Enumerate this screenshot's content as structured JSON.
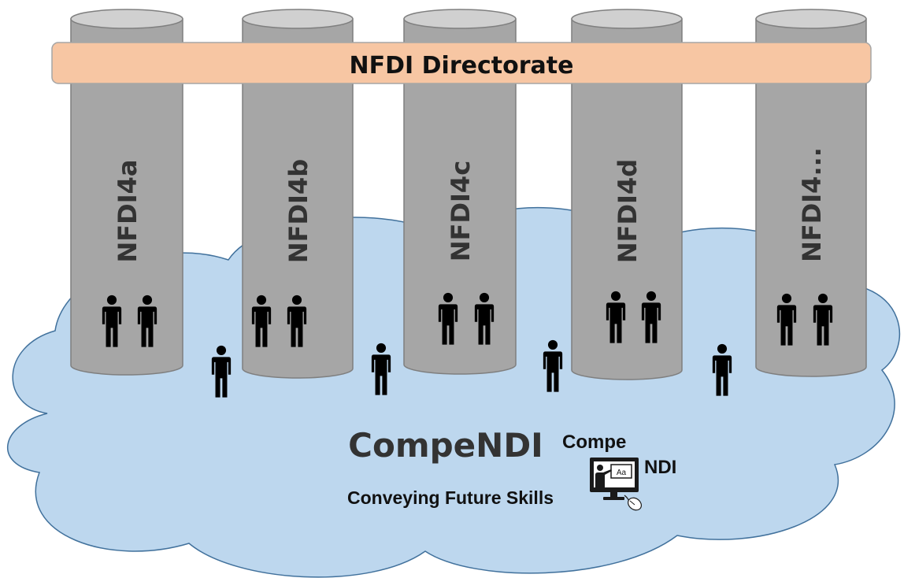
{
  "banner": {
    "label": "NFDI Directorate",
    "color": "#f7c6a3"
  },
  "pillars": [
    {
      "label": "NFDI4a"
    },
    {
      "label": "NFDI4b"
    },
    {
      "label": "NFDI4c"
    },
    {
      "label": "NFDI4d"
    },
    {
      "label": "NFDI4..."
    }
  ],
  "cloud": {
    "title": "CompeNDI",
    "subtitle": "Conveying Future Skills",
    "color": "#bdd7ee"
  },
  "logo": {
    "top": "Compe",
    "bottom": "NDI",
    "icon": "presentation-computer-icon"
  },
  "icons": {
    "person": "person-icon"
  }
}
